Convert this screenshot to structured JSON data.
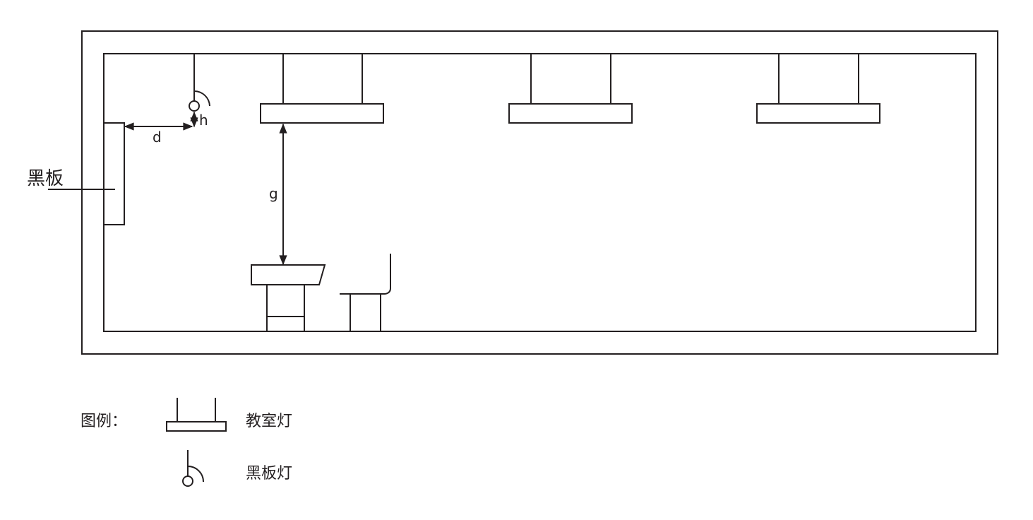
{
  "diagram": {
    "blackboard_label": "黑板",
    "dimension_labels": {
      "d": "d",
      "h": "h",
      "g": "g"
    }
  },
  "legend": {
    "title": "图例：",
    "items": [
      {
        "icon": "classroom-lamp-icon",
        "label": "教室灯"
      },
      {
        "icon": "blackboard-lamp-icon",
        "label": "黑板灯"
      }
    ]
  },
  "colors": {
    "line": "#231f20",
    "background": "#ffffff"
  }
}
